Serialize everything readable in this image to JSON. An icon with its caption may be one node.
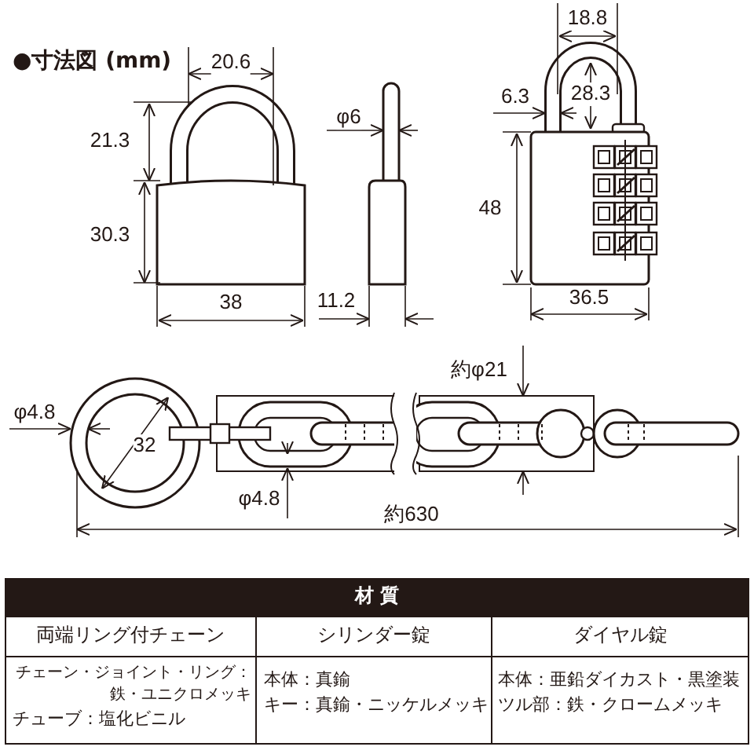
{
  "diagram": {
    "title": "●寸法図 (mm)",
    "labels": [
      "20.6",
      "21.3",
      "30.3",
      "38",
      "φ6",
      "11.2",
      "18.8",
      "6.3",
      "28.3",
      "48",
      "36.5",
      "約φ21",
      "φ4.8",
      "32",
      "φ4.8",
      "約630",
      "材 質",
      "両端リング付チェーン",
      "シリンダー錠",
      "ダイヤル錠",
      "チェーン・ジョイント・リング：鉄・ユニクロメッキ",
      "チューブ：塩化ビニル",
      "本体：真鍮",
      "キー：真鍮・ニッケルメッキ",
      "本体：亜鉛ダイカスト・黒塗装",
      "ツル部：鉄・クロームメッキ"
    ]
  }
}
